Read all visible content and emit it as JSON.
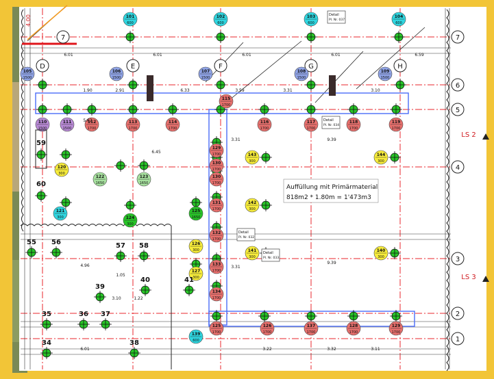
{
  "axes_letters": [
    "D",
    "E",
    "F",
    "G",
    "H"
  ],
  "axes_numbers": [
    "7",
    "6",
    "5",
    "4",
    "3",
    "2",
    "1"
  ],
  "ls_labels": [
    "LS 2",
    "LS 3"
  ],
  "dim_top": "4.00",
  "top_dims": [
    "6.01",
    "6.01",
    "6.01",
    "6.01",
    "6.59"
  ],
  "row_dims": [
    "1.90",
    "2.91",
    "6.33",
    "3.59",
    "3.31",
    "3.10"
  ],
  "colors": {
    "border": "#f2c537",
    "paper": "#ffffff",
    "grid": "#e8262b",
    "steel": "#4a6cf7",
    "pile": "#27c427",
    "pile_red": "#e8706d",
    "pile_purple": "#b98ad6",
    "pile_yellow": "#f7ec3a",
    "pile_cyan": "#2fd6e0",
    "pile_blue": "#8fa3e6",
    "pile_light_green": "#a8e2a0"
  },
  "markers": {
    "top": [
      {
        "n": "101",
        "d": "600"
      },
      {
        "n": "102",
        "d": "600"
      },
      {
        "n": "103",
        "d": "600"
      },
      {
        "n": "104",
        "d": "600"
      }
    ],
    "row6": [
      {
        "n": "105",
        "d": "1500"
      },
      {
        "n": "106",
        "d": "1500"
      },
      {
        "n": "107",
        "d": "1500"
      },
      {
        "n": "108",
        "d": "1500"
      },
      {
        "n": "109",
        "d": "1500"
      }
    ],
    "row5_left": [
      {
        "n": "110",
        "d": "1500"
      },
      {
        "n": "111",
        "d": "1500"
      },
      {
        "n": "112",
        "d": "1700"
      },
      {
        "n": "113",
        "d": "1700"
      },
      {
        "n": "114",
        "d": "1700"
      },
      {
        "n": "115",
        "d": "1700"
      }
    ],
    "row5_right": [
      {
        "n": "116",
        "d": "1700"
      },
      {
        "n": "117",
        "d": "1700"
      },
      {
        "n": "118",
        "d": "1700"
      },
      {
        "n": "119",
        "d": "1700"
      }
    ],
    "col_f": [
      {
        "n": "129",
        "d": "1700"
      },
      {
        "n": "130",
        "d": "1700"
      },
      {
        "n": "130",
        "d": "1700"
      },
      {
        "n": "131",
        "d": "1700"
      },
      {
        "n": "132",
        "d": "1700"
      },
      {
        "n": "133",
        "d": "1700"
      },
      {
        "n": "134",
        "d": "1700"
      }
    ],
    "mid": [
      {
        "n": "120",
        "d": "300"
      },
      {
        "n": "122",
        "d": "1650"
      },
      {
        "n": "123",
        "d": "1650"
      },
      {
        "n": "124",
        "d": "300"
      },
      {
        "n": "125",
        "d": "1650"
      },
      {
        "n": "126",
        "d": "300"
      },
      {
        "n": "127",
        "d": "300"
      },
      {
        "n": "121",
        "d": "300"
      }
    ],
    "yellow_right": [
      {
        "n": "143",
        "d": "300"
      },
      {
        "n": "144",
        "d": "300"
      },
      {
        "n": "142",
        "d": "300"
      },
      {
        "n": "141",
        "d": "300"
      },
      {
        "n": "140",
        "d": "300"
      }
    ],
    "bottom": [
      {
        "n": "139",
        "d": "600"
      },
      {
        "n": "125",
        "d": "1700"
      },
      {
        "n": "126",
        "d": "1700"
      },
      {
        "n": "137",
        "d": "1700"
      },
      {
        "n": "128",
        "d": "1700"
      },
      {
        "n": "129",
        "d": "1700"
      }
    ]
  },
  "pile_numbers": [
    "59",
    "60",
    "55",
    "56",
    "57",
    "58",
    "39",
    "40",
    "41",
    "35",
    "36",
    "37",
    "34",
    "38"
  ],
  "fill_note": {
    "line1": "Auffüllung mit Primärmaterial",
    "line2": "818m2 * 1.80m = 1'473m3"
  },
  "details": [
    {
      "t": "Detail",
      "s": "Pl. Nr. 037"
    },
    {
      "t": "Detail",
      "s": "Pl. Nr. 034"
    },
    {
      "t": "Detail",
      "s": "Pl. Nr. 032"
    },
    {
      "t": "Detail",
      "s": "Pl. Nr. 033"
    }
  ],
  "misc_dims": [
    "5.62",
    "3.31",
    "9.39",
    "6.45",
    "3.31",
    "9.39",
    "4.96",
    "1.05",
    "1.22",
    "3.10",
    "6.01",
    "3.22",
    "3.32",
    "3.11"
  ]
}
